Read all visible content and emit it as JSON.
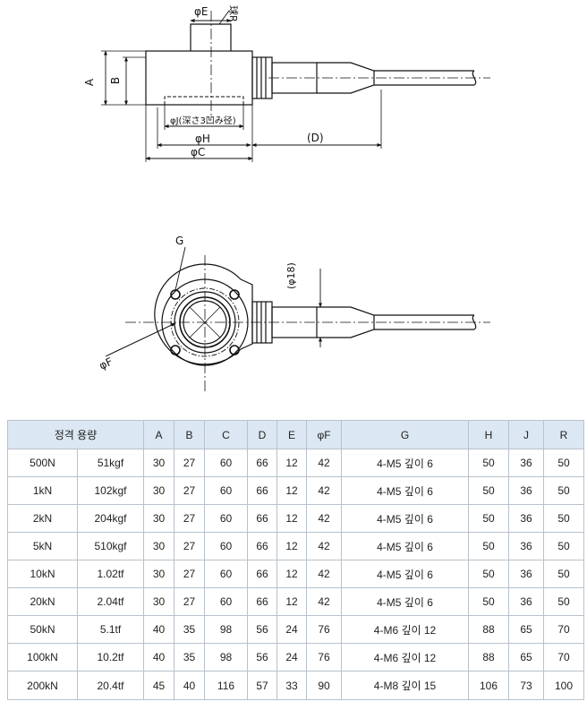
{
  "drawing": {
    "labels": {
      "phi_e": "φE",
      "r_sphere": "球R",
      "a": "A",
      "b": "B",
      "phi_j_note": "φJ(深さ3凹み径)",
      "phi_h": "φH",
      "phi_c": "φC",
      "d": "(D)",
      "g": "G",
      "phi_18": "(φ18)",
      "phi_f": "φF"
    }
  },
  "table": {
    "headers": [
      "정격 용량",
      "A",
      "B",
      "C",
      "D",
      "E",
      "φF",
      "G",
      "H",
      "J",
      "R"
    ],
    "rows": [
      [
        "500N",
        "51kgf",
        "30",
        "27",
        "60",
        "66",
        "12",
        "42",
        "4-M5 깊이 6",
        "50",
        "36",
        "50"
      ],
      [
        "1kN",
        "102kgf",
        "30",
        "27",
        "60",
        "66",
        "12",
        "42",
        "4-M5 깊이 6",
        "50",
        "36",
        "50"
      ],
      [
        "2kN",
        "204kgf",
        "30",
        "27",
        "60",
        "66",
        "12",
        "42",
        "4-M5 깊이 6",
        "50",
        "36",
        "50"
      ],
      [
        "5kN",
        "510kgf",
        "30",
        "27",
        "60",
        "66",
        "12",
        "42",
        "4-M5 깊이 6",
        "50",
        "36",
        "50"
      ],
      [
        "10kN",
        "1.02tf",
        "30",
        "27",
        "60",
        "66",
        "12",
        "42",
        "4-M5 깊이 6",
        "50",
        "36",
        "50"
      ],
      [
        "20kN",
        "2.04tf",
        "30",
        "27",
        "60",
        "66",
        "12",
        "42",
        "4-M5 깊이 6",
        "50",
        "36",
        "50"
      ],
      [
        "50kN",
        "5.1tf",
        "40",
        "35",
        "98",
        "56",
        "24",
        "76",
        "4-M6 깊이 12",
        "88",
        "65",
        "70"
      ],
      [
        "100kN",
        "10.2tf",
        "40",
        "35",
        "98",
        "56",
        "24",
        "76",
        "4-M6 깊이 12",
        "88",
        "65",
        "70"
      ],
      [
        "200kN",
        "20.4tf",
        "45",
        "40",
        "116",
        "57",
        "33",
        "90",
        "4-M8 깊이 15",
        "106",
        "73",
        "100"
      ]
    ]
  }
}
